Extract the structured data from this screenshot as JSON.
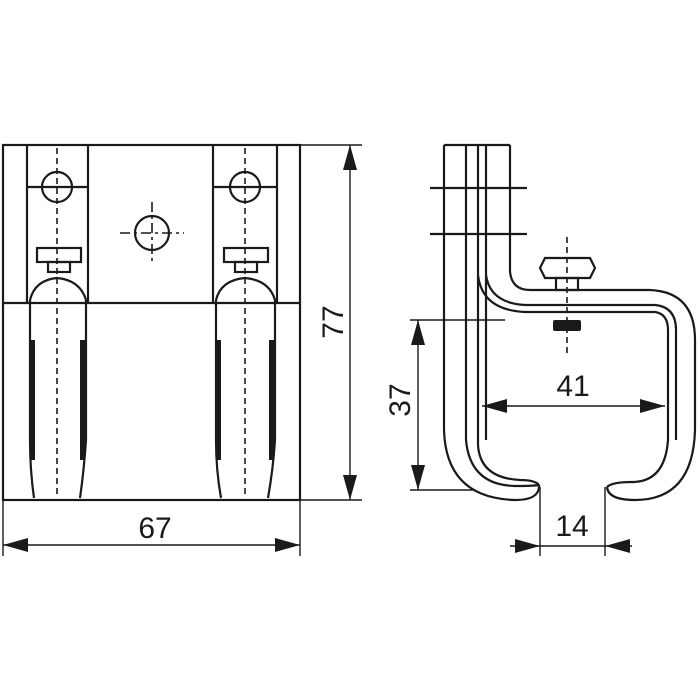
{
  "drawing": {
    "front_view": {
      "width_dimension": "67",
      "height_dimension": "77"
    },
    "side_view": {
      "opening_height_dimension": "37",
      "inner_width_dimension": "41",
      "slot_width_dimension": "14"
    }
  }
}
